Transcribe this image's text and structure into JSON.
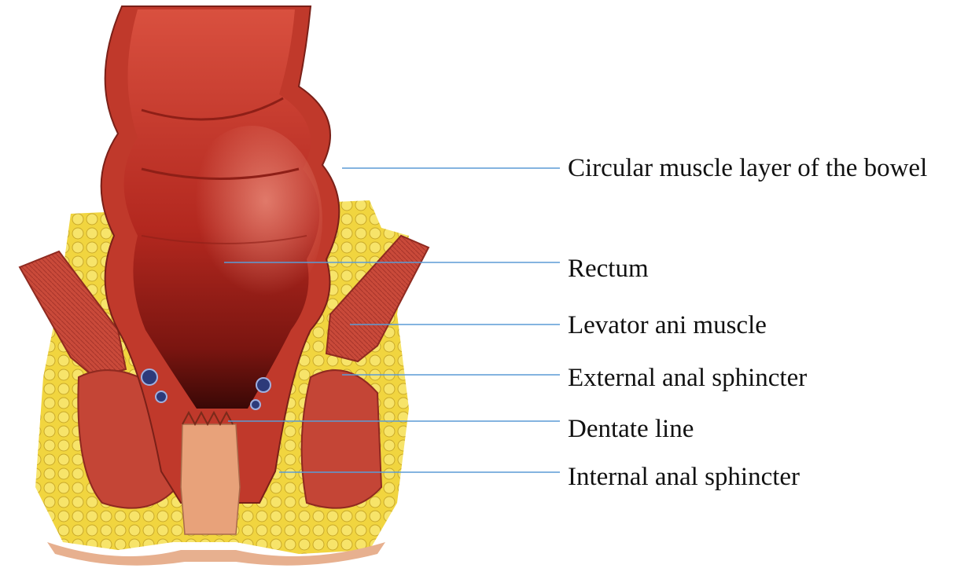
{
  "labels": [
    {
      "id": "circular-muscle",
      "text": "Circular muscle layer of the bowel"
    },
    {
      "id": "rectum",
      "text": "Rectum"
    },
    {
      "id": "levator-ani",
      "text": "Levator ani muscle"
    },
    {
      "id": "external-sphincter",
      "text": "External anal sphincter"
    },
    {
      "id": "dentate-line",
      "text": "Dentate line"
    },
    {
      "id": "internal-sphincter",
      "text": "Internal anal sphincter"
    }
  ],
  "colors": {
    "leader_line": "#5b9bd5",
    "fat": "#f2d64a",
    "muscle": "#c0392b",
    "lumen": "#b8322a",
    "mucosa_anal": "#e8a27a"
  }
}
